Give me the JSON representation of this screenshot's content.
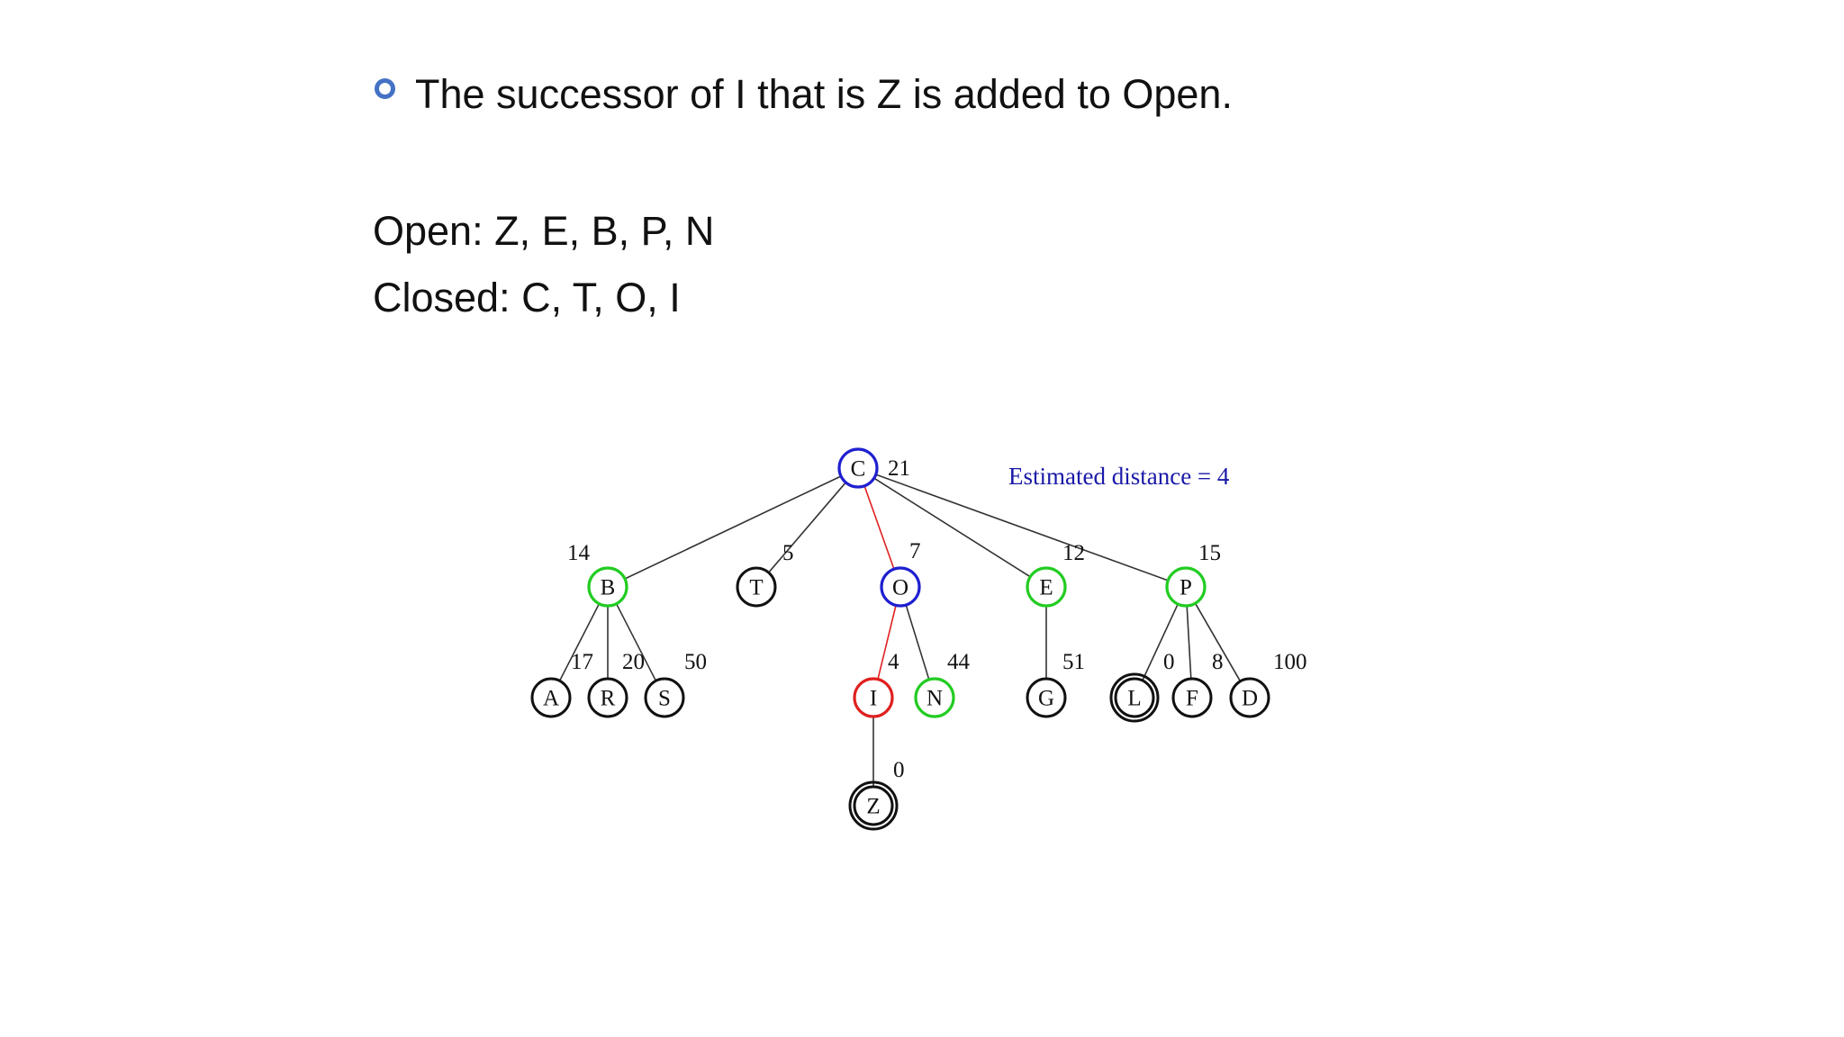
{
  "slide": {
    "bullet_text": "The successor of I that is Z is added to Open.",
    "open_line": "Open: Z, E, B, P, N",
    "closed_line": "Closed: C, T, O, I"
  },
  "diagram": {
    "estimated_distance": "Estimated distance = 4",
    "nodes": [
      {
        "id": "C",
        "label": "C",
        "cost": "21",
        "state": "closed"
      },
      {
        "id": "B",
        "label": "B",
        "cost": "14",
        "state": "open"
      },
      {
        "id": "T",
        "label": "T",
        "cost": "5",
        "state": "plain"
      },
      {
        "id": "O",
        "label": "O",
        "cost": "7",
        "state": "closed"
      },
      {
        "id": "E",
        "label": "E",
        "cost": "12",
        "state": "open"
      },
      {
        "id": "P",
        "label": "P",
        "cost": "15",
        "state": "open"
      },
      {
        "id": "A",
        "label": "A",
        "cost": "17",
        "state": "plain"
      },
      {
        "id": "R",
        "label": "R",
        "cost": "20",
        "state": "plain"
      },
      {
        "id": "S",
        "label": "S",
        "cost": "50",
        "state": "plain"
      },
      {
        "id": "I",
        "label": "I",
        "cost": "4",
        "state": "current"
      },
      {
        "id": "N",
        "label": "N",
        "cost": "44",
        "state": "open"
      },
      {
        "id": "G",
        "label": "G",
        "cost": "51",
        "state": "plain"
      },
      {
        "id": "L",
        "label": "L",
        "cost": "0",
        "state": "goal"
      },
      {
        "id": "F",
        "label": "F",
        "cost": "8",
        "state": "plain"
      },
      {
        "id": "D",
        "label": "D",
        "cost": "100",
        "state": "plain"
      },
      {
        "id": "Z",
        "label": "Z",
        "cost": "0",
        "state": "goal"
      }
    ],
    "edges": [
      {
        "from": "C",
        "to": "B",
        "path": false
      },
      {
        "from": "C",
        "to": "T",
        "path": false
      },
      {
        "from": "C",
        "to": "O",
        "path": true
      },
      {
        "from": "C",
        "to": "E",
        "path": false
      },
      {
        "from": "C",
        "to": "P",
        "path": false
      },
      {
        "from": "B",
        "to": "A",
        "path": false
      },
      {
        "from": "B",
        "to": "R",
        "path": false
      },
      {
        "from": "B",
        "to": "S",
        "path": false
      },
      {
        "from": "O",
        "to": "I",
        "path": true
      },
      {
        "from": "O",
        "to": "N",
        "path": false
      },
      {
        "from": "E",
        "to": "G",
        "path": false
      },
      {
        "from": "P",
        "to": "L",
        "path": false
      },
      {
        "from": "P",
        "to": "F",
        "path": false
      },
      {
        "from": "P",
        "to": "D",
        "path": false
      },
      {
        "from": "I",
        "to": "Z",
        "path": false
      }
    ],
    "colors": {
      "closed": "#1f1fd0",
      "open": "#22cc22",
      "current": "#e02020",
      "plain": "#111111",
      "goal": "#111111",
      "path_edge": "#e02020",
      "edge": "#333333",
      "estimate_text": "#1a1aa8"
    }
  }
}
